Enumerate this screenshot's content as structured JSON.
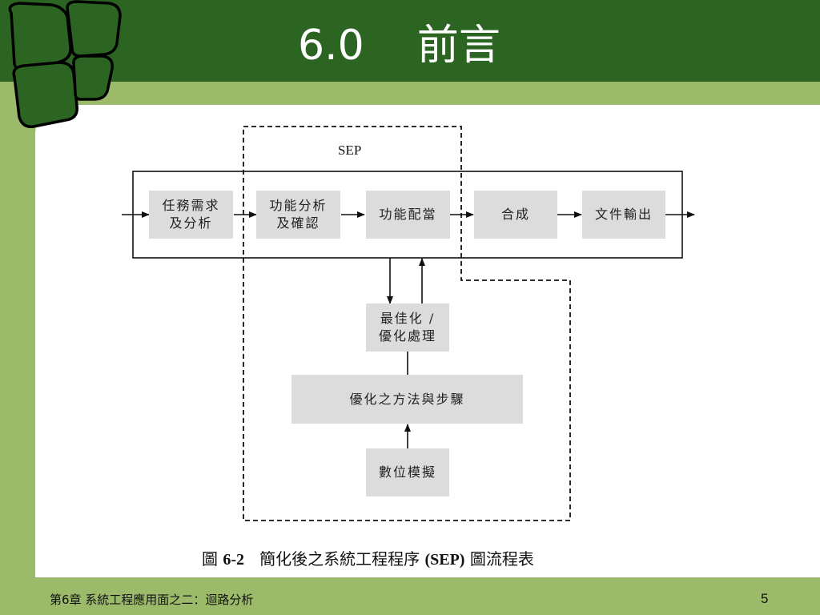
{
  "slide": {
    "number_title": "6.0",
    "title": "前言",
    "footer_text": "第6章 系統工程應用面之二：迴路分析",
    "page_number": "5"
  },
  "diagram": {
    "sep_label": "SEP",
    "nodes": {
      "task_analysis": "任務需求\n及分析",
      "function_analysis": "功能分析\n及確認",
      "function_allocation": "功能配當",
      "synthesis": "合成",
      "document_output": "文件輸出",
      "optimization": "最佳化 /\n優化處理",
      "optimization_method": "優化之方法與步驟",
      "numerical_simulation": "數位模擬"
    },
    "caption": {
      "prefix": "圖",
      "figure_number": "6-2",
      "text_before": "簡化後之系統工程程序",
      "abbr": "(SEP)",
      "text_after": "圖流程表"
    }
  }
}
